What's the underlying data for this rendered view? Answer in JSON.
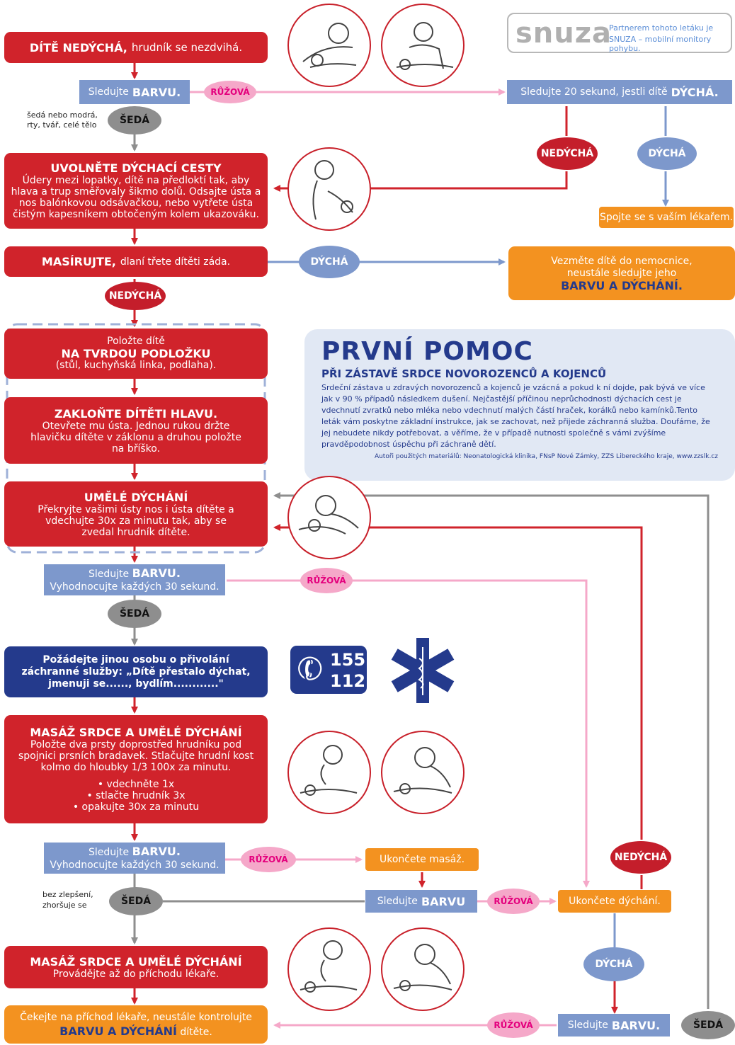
{
  "brand": {
    "logo_text": "snuza",
    "tagline_1": "Partnerem tohoto letáku je",
    "tagline_2": "SNUZA – mobilní monitory pohybu."
  },
  "colors": {
    "red": "#d0232b",
    "blue": "#7d98cc",
    "orange": "#f39220",
    "pink": "#f5a8c9",
    "gray": "#8e8e8e",
    "navy": "#243a8c"
  },
  "labels": {
    "pink": "RŮŽOVÁ",
    "gray": "ŠEDÁ",
    "breathing": "DÝCHÁ",
    "not_breathing": "NEDÝCHÁ"
  },
  "steps": {
    "s1_bold": "DÍTĚ NEDÝCHÁ,",
    "s1_rest": "hrudník se nezdvihá.",
    "watch_prefix": "Sledujte",
    "watch_color": "BARVU.",
    "watch_color_nodot": "BARVU",
    "watch_20": "Sledujte 20 sekund, jestli dítě",
    "watch_20_bold": "DÝCHÁ.",
    "gray_note_1": "šedá nebo modrá,",
    "gray_note_2": "rty, tvář, celé tělo",
    "airway_title": "UVOLNĚTE DÝCHACÍ CESTY",
    "airway_text": "Údery mezi lopatky, dítě na předloktí tak, aby hlava a trup směřovaly šikmo dolů. Odsajte ústa a nos balónkovou odsávačkou, nebo vytřete ústa čistým kapesníkem obtočeným kolem ukazováku.",
    "call_doctor": "Spojte se s vaším lékařem.",
    "massage_bold": "MASÍRUJTE,",
    "massage_rest": "dlaní třete dítěti záda.",
    "hospital_1": "Vezměte dítě do nemocnice,",
    "hospital_2": "neustále sledujte jeho",
    "hospital_bold": "BARVU A DÝCHÁNÍ.",
    "surface_1": "Položte dítě",
    "surface_bold": "NA TVRDOU PODLOŽKU",
    "surface_3": "(stůl, kuchyňská linka, podlaha).",
    "head_title": "ZAKLOŇTE DÍTĚTI HLAVU.",
    "head_text": "Otevřete mu ústa. Jednou rukou držte hlavičku dítěte v záklonu a druhou položte na bříško.",
    "breath_title": "UMĚLÉ DÝCHÁNÍ",
    "breath_text": "Překryjte vašimi ústy nos i ústa dítěte a vdechujte 30x za minutu tak, aby se zvedal hrudník dítěte.",
    "evaluate": "Vyhodnocujte každých 30 sekund.",
    "call_rescue": "Požádejte jinou osobu o přivolání záchranné služby: „Dítě přestalo dýchat, jmenuji se......, bydlím............\"",
    "phone_1": "155",
    "phone_2": "112",
    "cpr_title": "MASÁŽ SRDCE A UMĚLÉ DÝCHÁNÍ",
    "cpr_text": "Položte dva prsty doprostřed hrudníku pod spojnici prsních bradavek. Stlačujte hrudní kost kolmo do hloubky 1/3 100x za minutu.",
    "cpr_b1": "• vdechněte 1x",
    "cpr_b2": "• stlačte hrudník 3x",
    "cpr_b3": "• opakujte 30x za minutu",
    "stop_massage": "Ukončete masáž.",
    "stop_breathing": "Ukončete dýchání.",
    "no_improve_1": "bez zlepšení,",
    "no_improve_2": "zhoršuje se",
    "cpr2_title": "MASÁŽ SRDCE A UMĚLÉ DÝCHÁNÍ",
    "cpr2_text": "Provádějte až do příchodu lékaře.",
    "final_1": "Čekejte na příchod lékaře, neustále kontrolujte",
    "final_bold": "BARVU A DÝCHÁNÍ",
    "final_rest": "dítěte."
  },
  "info": {
    "title": "PRVNÍ POMOC",
    "subtitle": "PŘI ZÁSTAVĚ SRDCE NOVOROZENCŮ A KOJENCŮ",
    "body": "Srdeční zástava u zdravých novorozenců a kojenců je vzácná a pokud k ní dojde, pak bývá ve více jak v 90 % případů následkem dušení. Nejčastější příčinou neprůchodnosti dýchacích cest je vdechnutí zvratků nebo mléka nebo vdechnutí malých částí hraček, korálků nebo kamínků.Tento leták vám poskytne základní instrukce, jak se zachovat, než přijede záchranná služba. Doufáme, že jej nebudete nikdy potřebovat, a věříme, že v případě nutnosti společně s vámi zvýšíme pravděpodobnost úspěchu při záchraně dětí.",
    "credits": "Autoři použitých materiálů: Neonatologická klinika, FNsP Nové Zámky, ZZS Libereckého kraje, www.zzslk.cz"
  }
}
